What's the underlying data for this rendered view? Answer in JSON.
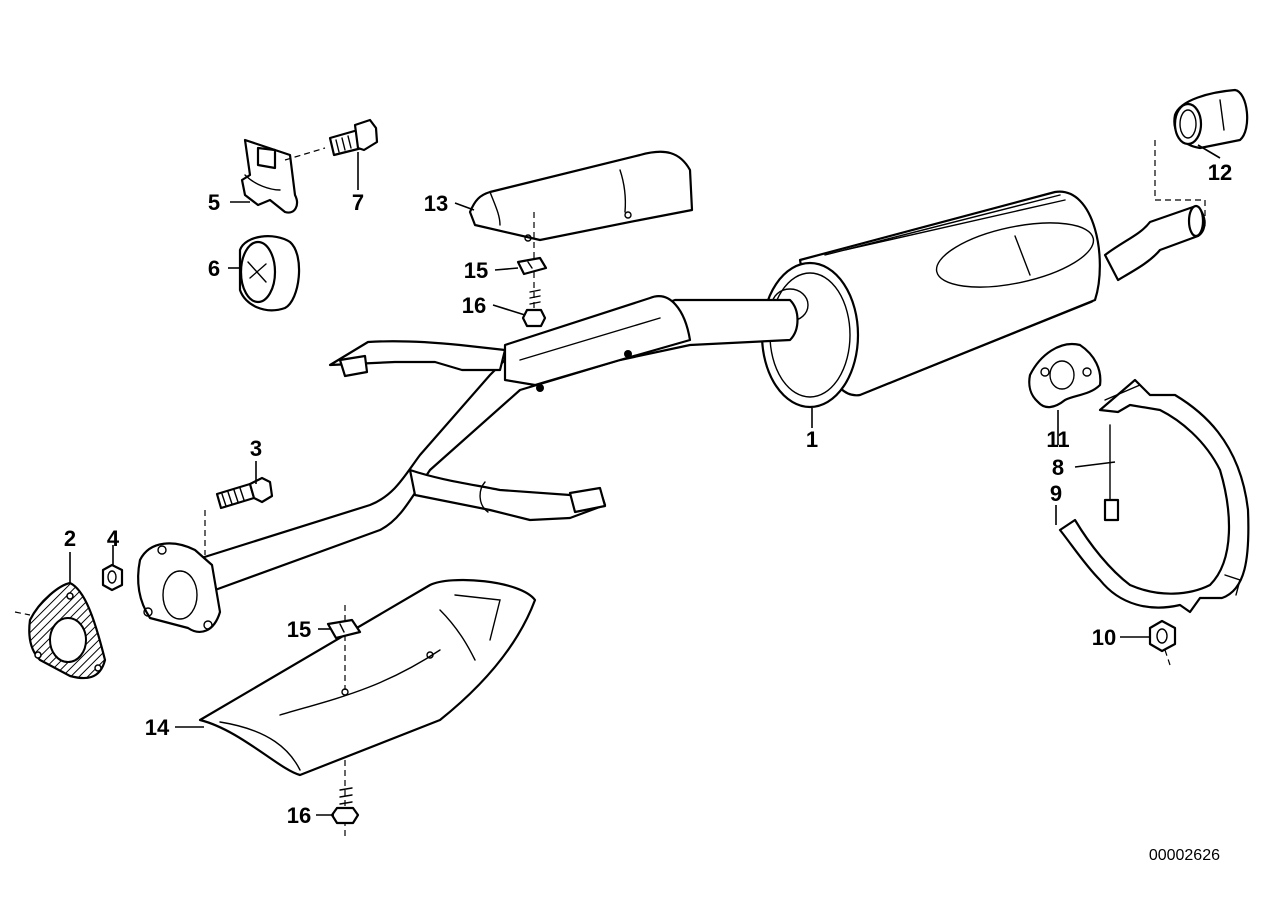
{
  "diagram": {
    "reference_number": "00002626",
    "callouts": {
      "p1": "1",
      "p2": "2",
      "p3": "3",
      "p4": "4",
      "p5": "5",
      "p6": "6",
      "p7": "7",
      "p8": "8",
      "p9": "9",
      "p10": "10",
      "p11": "11",
      "p12": "12",
      "p13": "13",
      "p14": "14",
      "p15a": "15",
      "p15b": "15",
      "p16a": "16",
      "p16b": "16"
    }
  }
}
